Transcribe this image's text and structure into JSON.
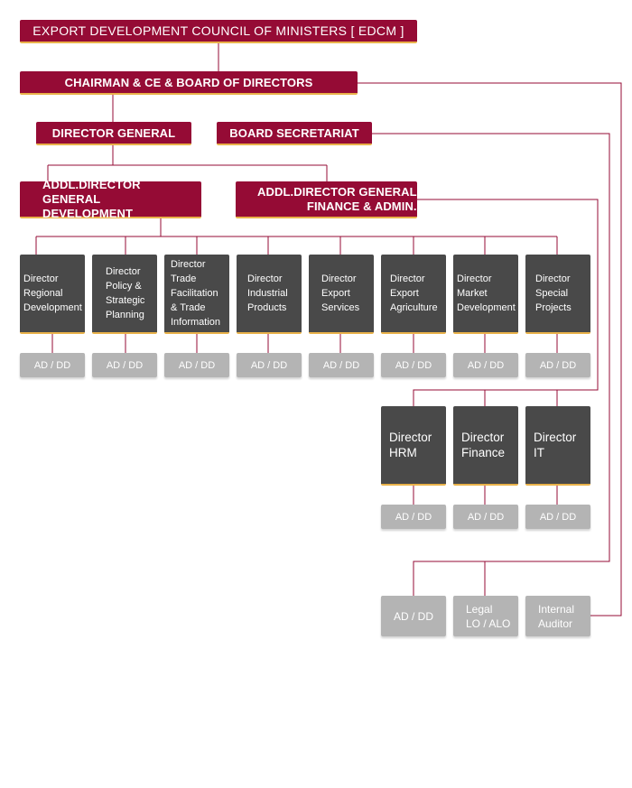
{
  "top": {
    "edcm": "EXPORT DEVELOPMENT COUNCIL OF MINISTERS [ EDCM ]",
    "chairman": "CHAIRMAN & CE & BOARD OF DIRECTORS",
    "director_general": "DIRECTOR GENERAL",
    "board_secretariat": "BOARD SECRETARIAT",
    "addl_dg_development": "ADDL.DIRECTOR GENERAL\nDEVELOPMENT",
    "addl_dg_finance": "ADDL.DIRECTOR GENERAL\nFINANCE & ADMIN."
  },
  "directors": [
    "Director\nRegional\nDevelopment",
    "Director\nPolicy &\nStrategic\nPlanning",
    "Director\nTrade\nFacilitation\n& Trade\nInformation",
    "Director\nIndustrial\nProducts",
    "Director\nExport\nServices",
    "Director\nExport\nAgriculture",
    "Director\nMarket\nDevelopment",
    "Director\nSpecial\nProjects"
  ],
  "ad_dd_label": "AD / DD",
  "admin_directors": [
    "Director\nHRM",
    "Director\nFinance",
    "Director\nIT"
  ],
  "bottom_units": [
    "AD / DD",
    "Legal\nLO / ALO",
    "Internal\nAuditor"
  ],
  "colors": {
    "maroon": "#950b35",
    "dark_box": "#494949",
    "gray_box": "#b4b4b4",
    "accent_underline": "#e9b24a",
    "connector": "#950b35"
  }
}
